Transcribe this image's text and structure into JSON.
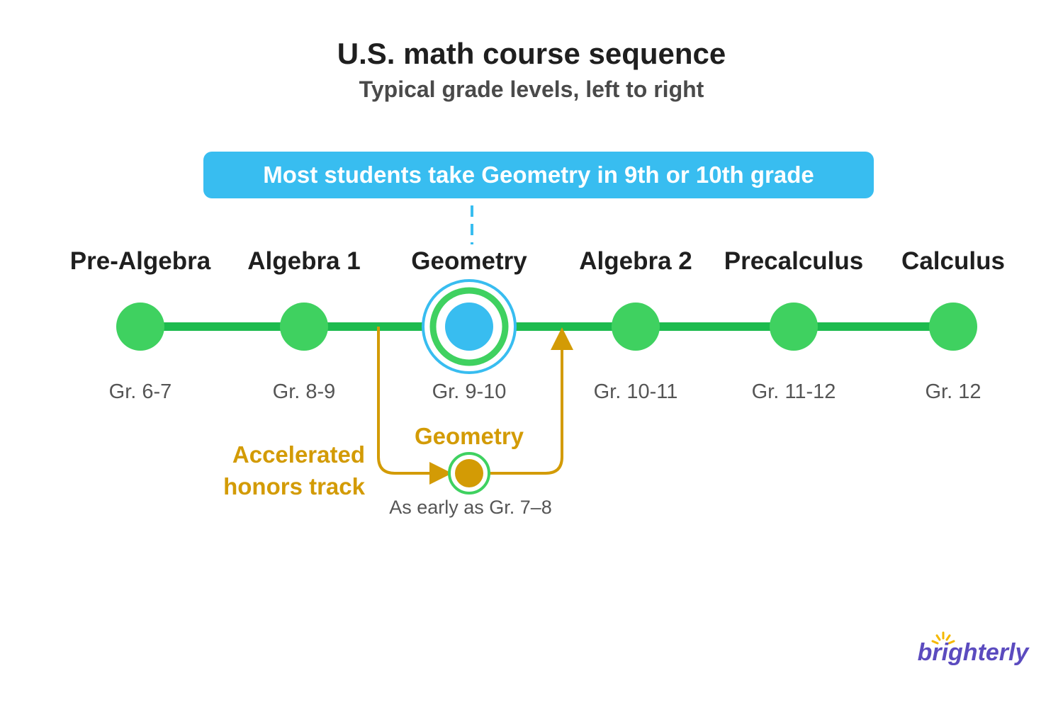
{
  "title": "U.S. math course sequence",
  "subtitle": "Typical grade levels, left to right",
  "callout": "Most students take Geometry in 9th or 10th grade",
  "courses": [
    {
      "name": "Pre-Algebra",
      "grades": "Gr. 6-7",
      "highlight": false
    },
    {
      "name": "Algebra 1",
      "grades": "Gr. 8-9",
      "highlight": false
    },
    {
      "name": "Geometry",
      "grades": "Gr. 9-10",
      "highlight": true
    },
    {
      "name": "Algebra 2",
      "grades": "Gr. 10-11",
      "highlight": false
    },
    {
      "name": "Precalculus",
      "grades": "Gr. 11-12",
      "highlight": false
    },
    {
      "name": "Calculus",
      "grades": "Gr. 12",
      "highlight": false
    }
  ],
  "accelerated": {
    "track_label_line1": "Accelerated",
    "track_label_line2": "honors track",
    "course": "Geometry",
    "note": "As early as Gr. 7–8"
  },
  "logo": "brighterly",
  "colors": {
    "green": "#1dbb4e",
    "node_green": "#3fd160",
    "blue": "#38bdf0",
    "gold": "#d39b05",
    "logo_purple": "#5b4bbf",
    "logo_sun": "#f5b800"
  }
}
